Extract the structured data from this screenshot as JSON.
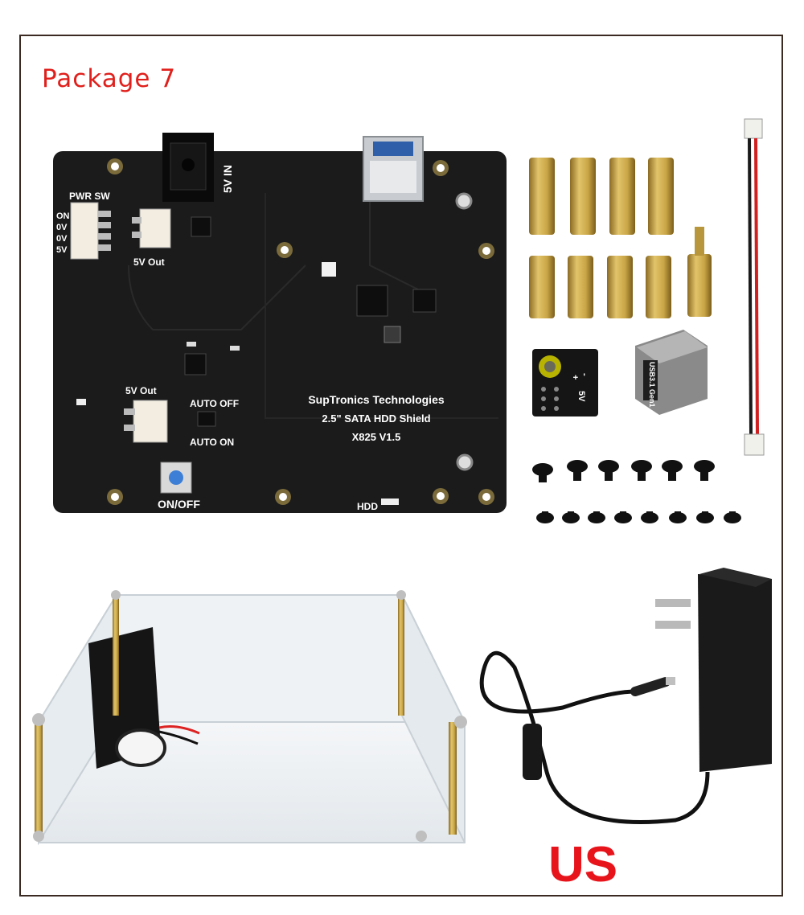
{
  "header": {
    "package_label": "Package 7"
  },
  "board": {
    "maker": "SupTronics Technologies",
    "product": "2.5\" SATA HDD Shield",
    "model": "X825 V1.5",
    "labels": {
      "power_in": "5V IN",
      "pwr_sw": "PWR SW",
      "sw_pins": [
        "ON",
        "0V",
        "0V",
        "5V"
      ],
      "out_top": "5V Out",
      "out_bottom": "5V Out",
      "auto_off": "AUTO OFF",
      "auto_on": "AUTO ON",
      "button": "ON/OFF",
      "hdd_led": "HDD"
    }
  },
  "accessories": {
    "jumper_labels": [
      "5V",
      "+",
      "-"
    ],
    "usb_bridge_label": "USB3.1 Gen1"
  },
  "footer": {
    "region_label": "US"
  },
  "colors": {
    "title": "#e0201c",
    "region": "#e8141c",
    "pcb": "#1b1b1b",
    "brass": "#c9a646",
    "frame": "#3a2a22"
  }
}
